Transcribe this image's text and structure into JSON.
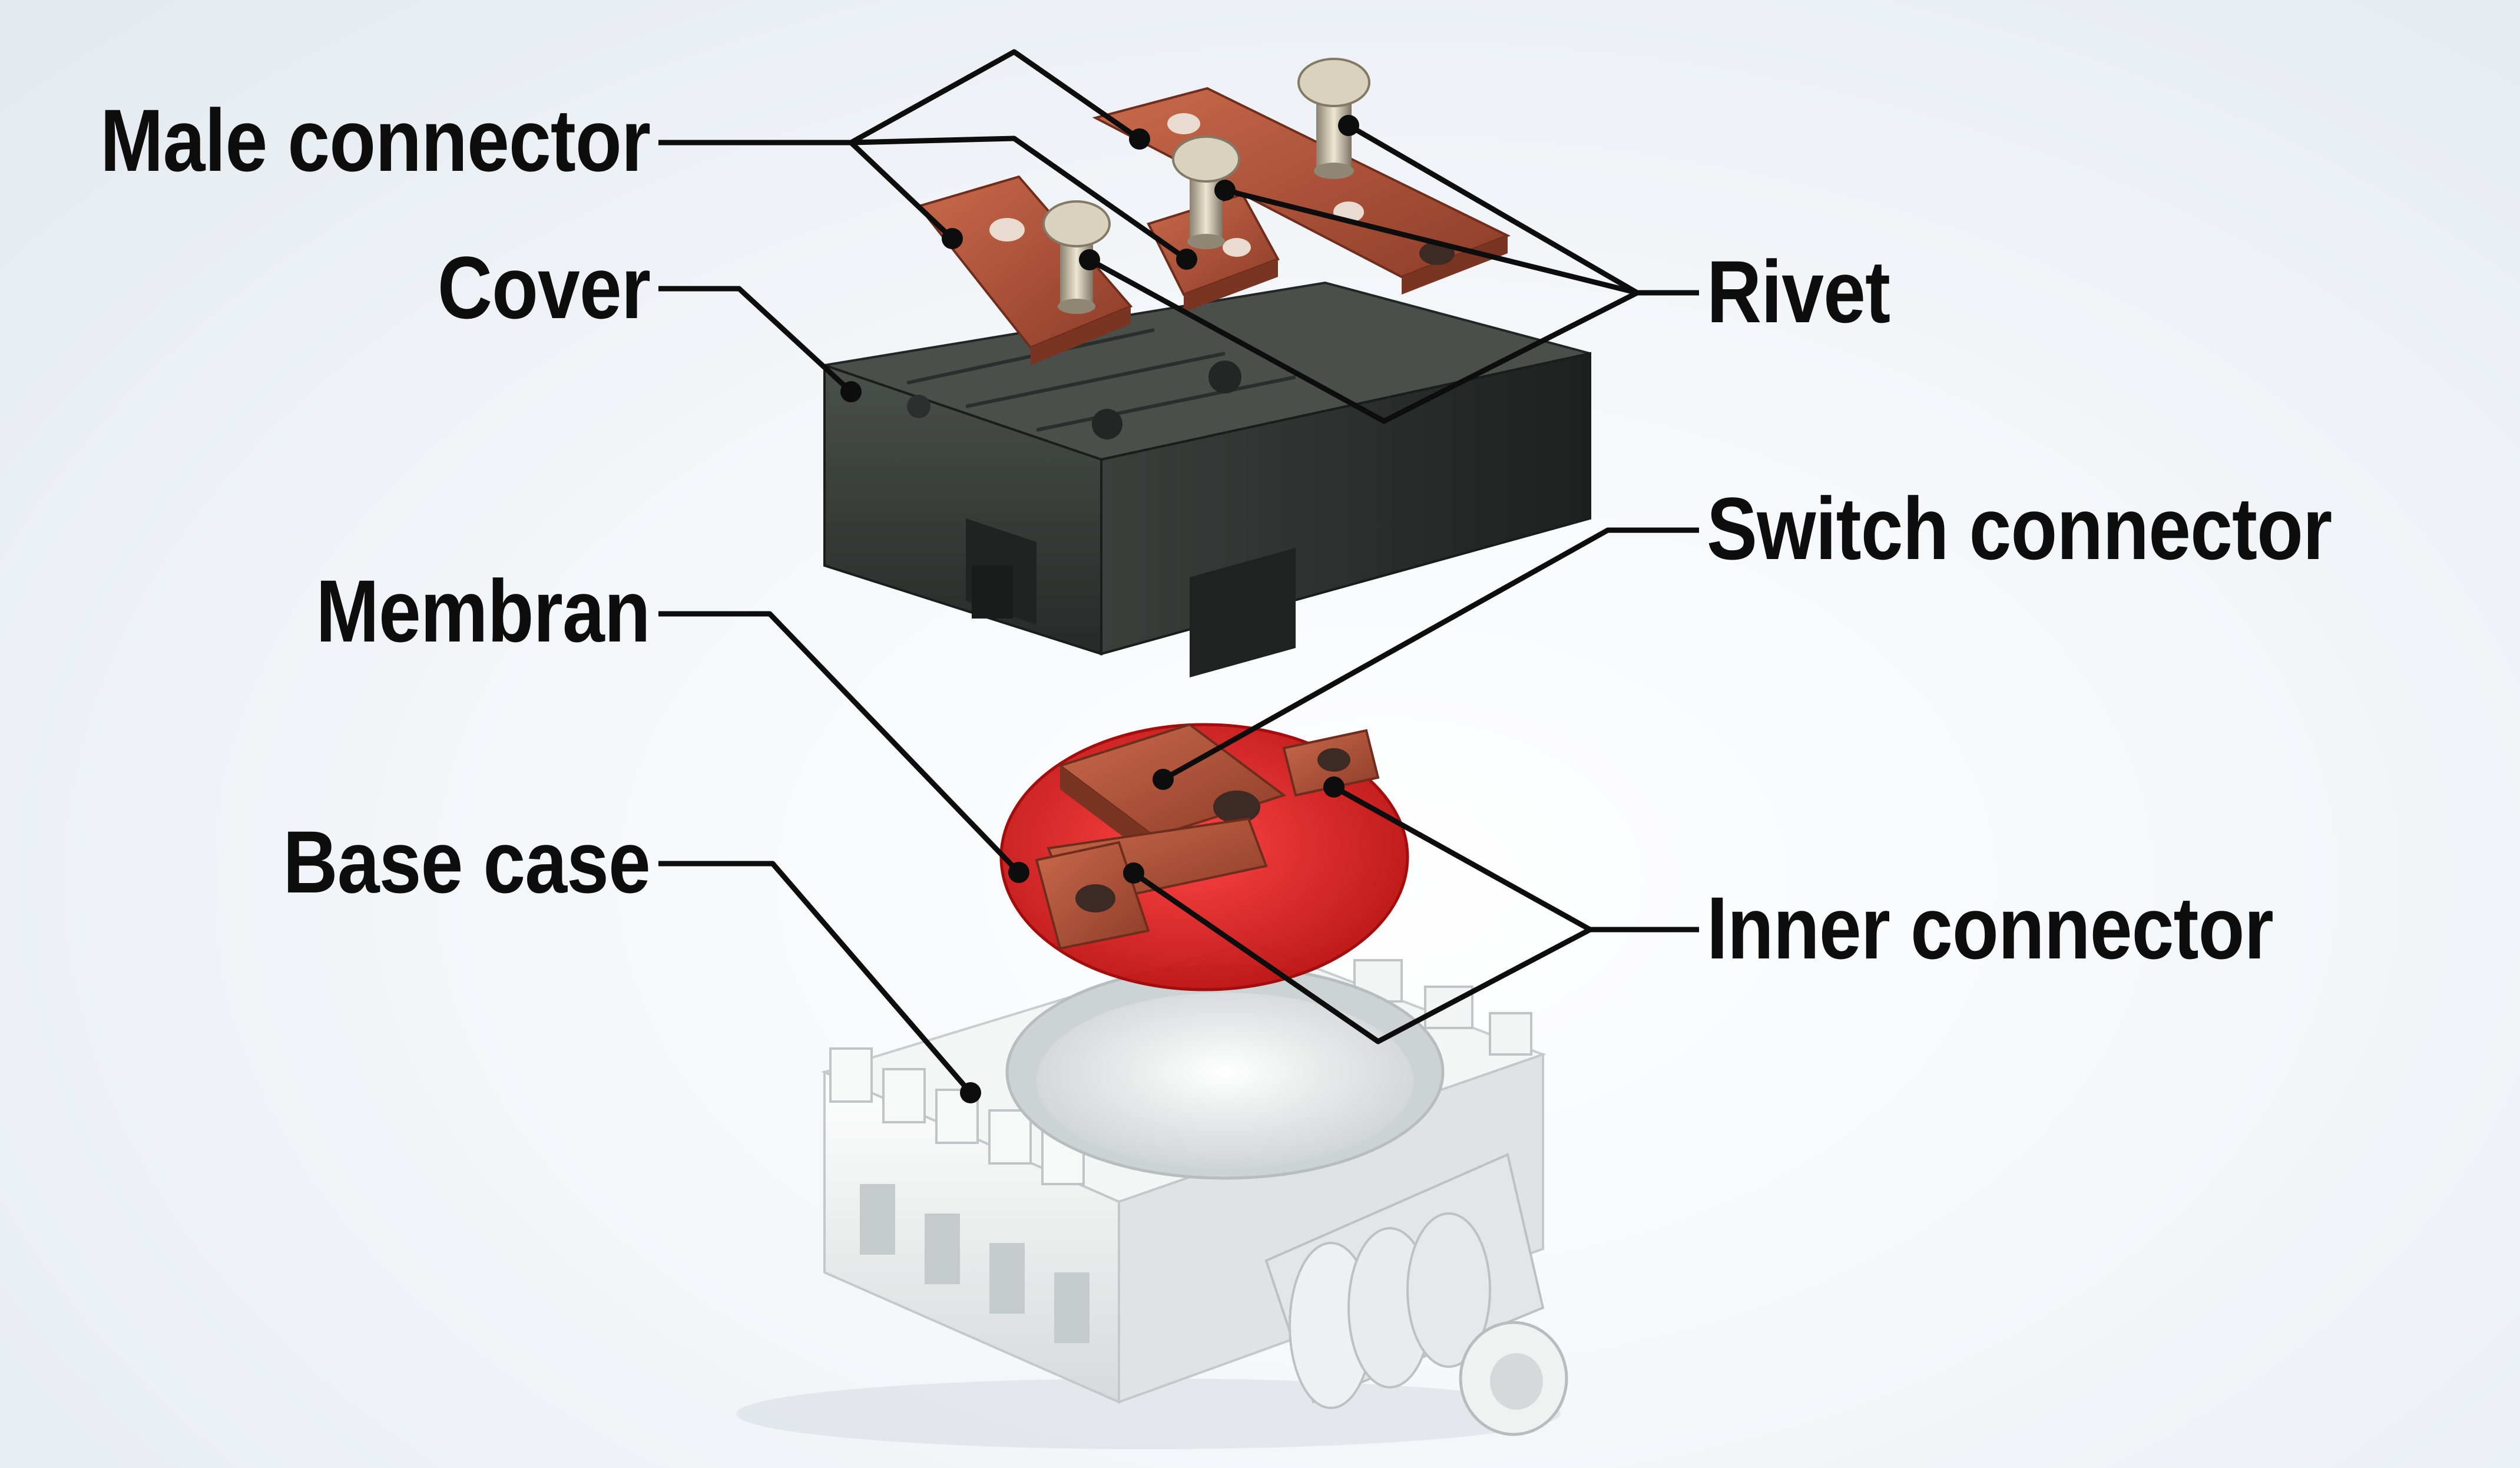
{
  "labels": {
    "male_connector": "Male connector",
    "cover": "Cover",
    "membran": "Membran",
    "base_case": "Base case",
    "rivet": "Rivet",
    "switch_connector": "Switch connector",
    "inner_connector": "Inner connector"
  },
  "colors": {
    "label_text": "#0d0d0d",
    "leader_line": "#0d0d0d",
    "copper": "#b5553a",
    "cover_body": "#2f3431",
    "membrane": "#d11414",
    "base_case": "#e9ecec",
    "rivet_metal": "#c9c2ad",
    "background": "#edf1f5"
  }
}
